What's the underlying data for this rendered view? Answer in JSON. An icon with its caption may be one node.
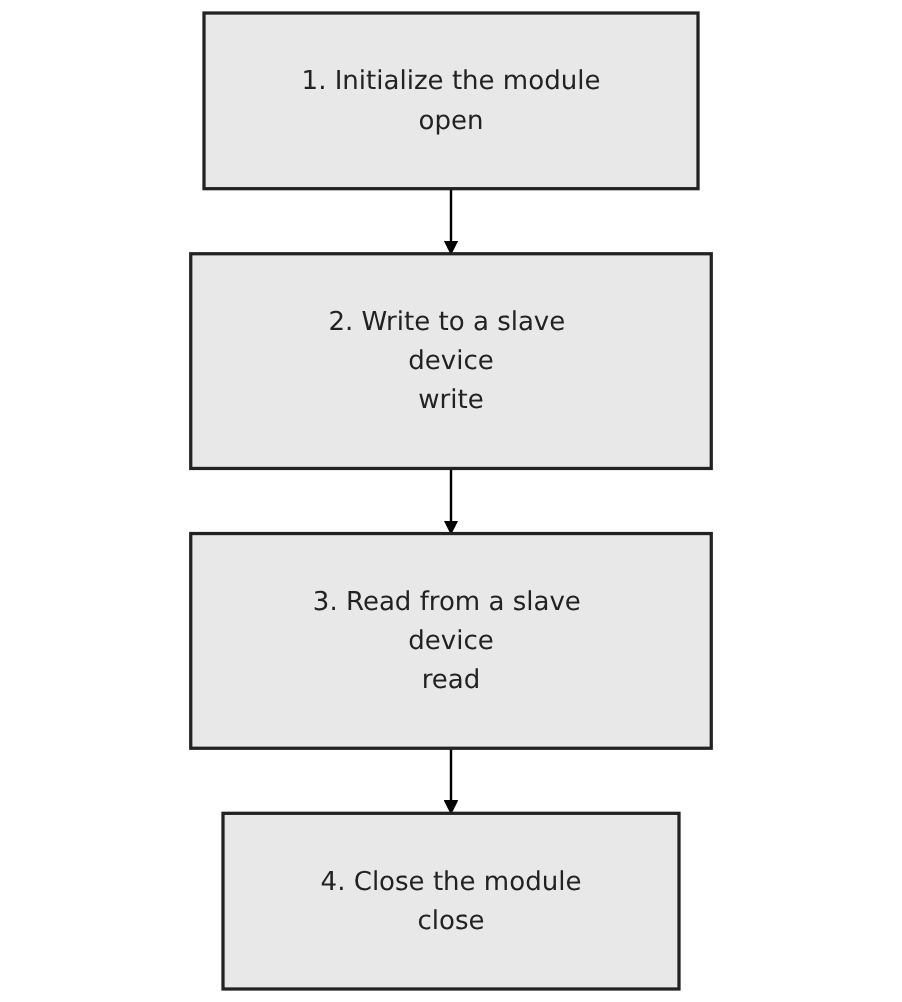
{
  "diagram": {
    "nodes": [
      {
        "text": [
          "1. Initialize the module",
          "open"
        ]
      },
      {
        "text": [
          "2. Write to a slave device",
          "write"
        ]
      },
      {
        "text": [
          "3. Read from a slave device",
          "read"
        ]
      },
      {
        "text": [
          "4. Close the module",
          "close"
        ]
      }
    ],
    "edges": [
      {
        "from": 0,
        "to": 1,
        "arrow": "to"
      },
      {
        "from": 1,
        "to": 2,
        "arrow": "to"
      },
      {
        "from": 2,
        "to": 3,
        "arrow": "to"
      }
    ]
  }
}
